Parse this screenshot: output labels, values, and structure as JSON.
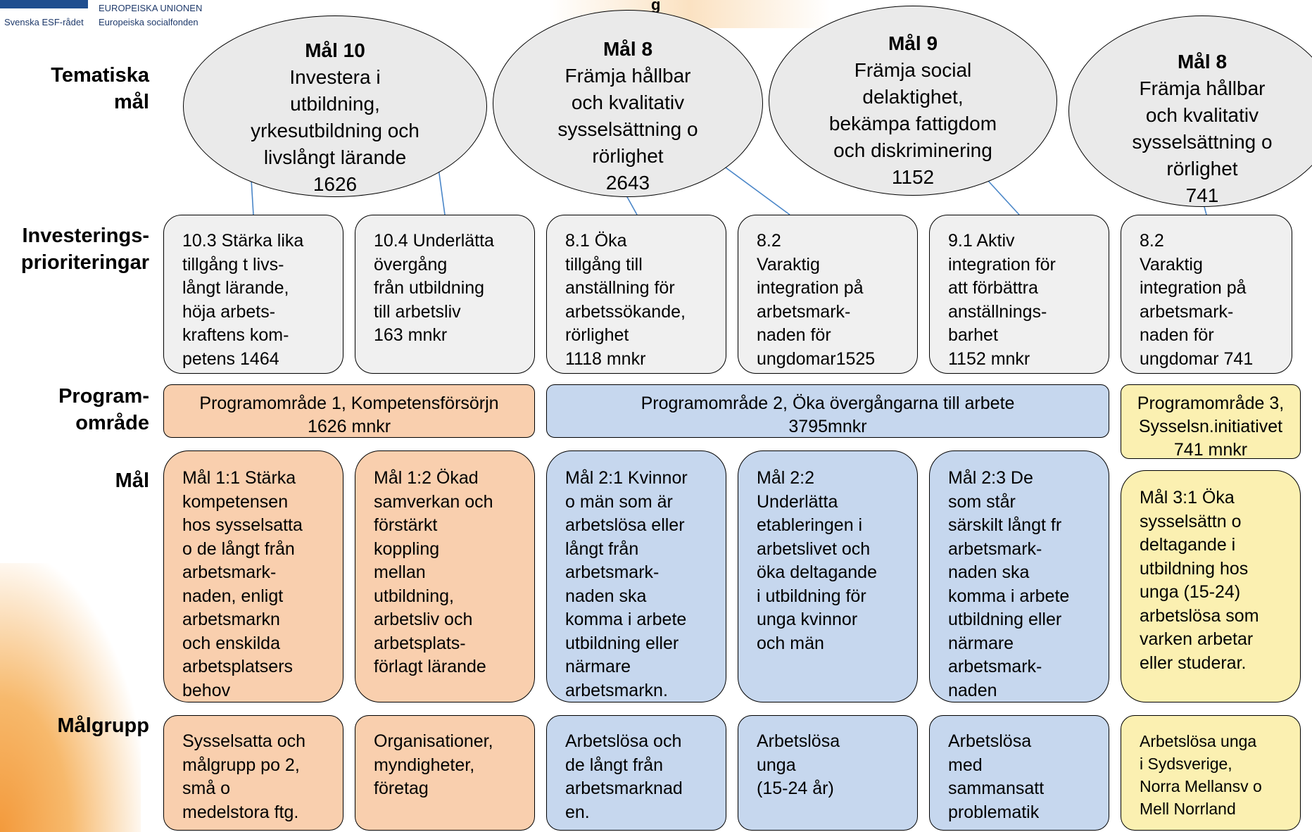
{
  "header": {
    "org_top": "EUROPEISKA UNIONEN",
    "org_left": "Svenska ESF-rådet",
    "org_right": "Europeiska socialfonden",
    "title_fragment": "g"
  },
  "row_labels": {
    "tematiska": "Tematiska\nmål",
    "investering": "Investerings-\nprioriteringar",
    "program": "Program-\nområde",
    "mal": "Mål",
    "malgrupp": "Målgrupp"
  },
  "thematic_goals": [
    {
      "title": "Mål 10",
      "text": "Investera i\nutbildning,\nyrkesutbildning och\nlivslångt lärande\n1626"
    },
    {
      "title": "Mål 8",
      "text": "Främja hållbar\noch kvalitativ\nsysselsättning o\nrörlighet\n2643"
    },
    {
      "title": "Mål 9",
      "text": "Främja social\ndelaktighet,\nbekämpa fattigdom\noch diskriminering\n1152"
    },
    {
      "title": "Mål 8",
      "text": "Främja hållbar\noch kvalitativ\nsysselsättning o\nrörlighet\n741"
    }
  ],
  "investment_priorities": [
    "10.3 Stärka lika\ntillgång t livs-\nlångt lärande,\nhöja arbets-\nkraftens kom-\npetens    1464",
    "10.4 Underlätta\növergång\nfrån utbildning\ntill arbetsliv\n163 mnkr",
    "8.1 Öka\ntillgång till\nanställning för\narbetssökande,\nrörlighet\n1118 mnkr",
    "8.2\nVaraktig\nintegration på\narbetsmark-\nnaden för\nungdomar1525",
    "9.1   Aktiv\nintegration för\natt förbättra\nanställnings-\nbarhet\n1152 mnkr",
    "8.2\nVaraktig\nintegration på\narbetsmark-\nnaden för\nungdomar 741"
  ],
  "program_areas": [
    "Programområde 1, Kompetensförsörjn\n1626 mnkr",
    "Programområde 2, Öka övergångarna till arbete\n3795mnkr",
    "Programområde 3,\nSysselsn.initiativet\n741 mnkr"
  ],
  "goals": [
    "Mål 1:1 Stärka\nkompetensen\nhos sysselsatta\no  de långt från\narbetsmark-\nnaden, enligt\narbetsmarkn\noch enskilda\narbetsplatsers\nbehov",
    "Mål 1:2  Ökad\nsamverkan och\nförstärkt\nkoppling\nmellan\nutbildning,\narbetsliv och\narbetsplats-\nförlagt lärande",
    "Mål 2:1 Kvinnor\no män som är\narbetslösa eller\nlångt från\narbetsmark-\nnaden ska\nkomma i arbete\nutbildning eller\nnärmare\narbetsmarkn.",
    "Mål 2:2\nUnderlätta\netableringen i\narbetslivet och\nöka deltagande\ni utbildning för\nunga kvinnor\noch män",
    "Mål 2:3 De\nsom står\nsärskilt långt fr\narbetsmark-\nnaden ska\nkomma i arbete\nutbildning eller\nnärmare\narbetsmark-\nnaden",
    "Mål  3:1  Öka\nsysselsättn o\ndeltagande i\nutbildning  hos\nunga  (15-24)\narbetslösa som\nvarken arbetar\neller studerar."
  ],
  "target_groups": [
    "Sysselsatta och\nmålgrupp po 2,\nsmå o\nmedelstora ftg.",
    "Organisationer,\nmyndigheter,\nföretag",
    "Arbetslösa  och\nde långt från\narbetsmarknad\nen.",
    "Arbetslösa\nunga\n(15-24 år)",
    "Arbetslösa\nmed\nsammansatt\nproblematik",
    "Arbetslösa unga\ni Sydsverige,\nNorra Mellansv o\nMell Norrland"
  ],
  "colors": {
    "gray": "#f0f0f0",
    "peach": "#f9cfae",
    "blue": "#c6d7ee",
    "yellow": "#fbf0b1",
    "connector": "#4a86c8"
  }
}
